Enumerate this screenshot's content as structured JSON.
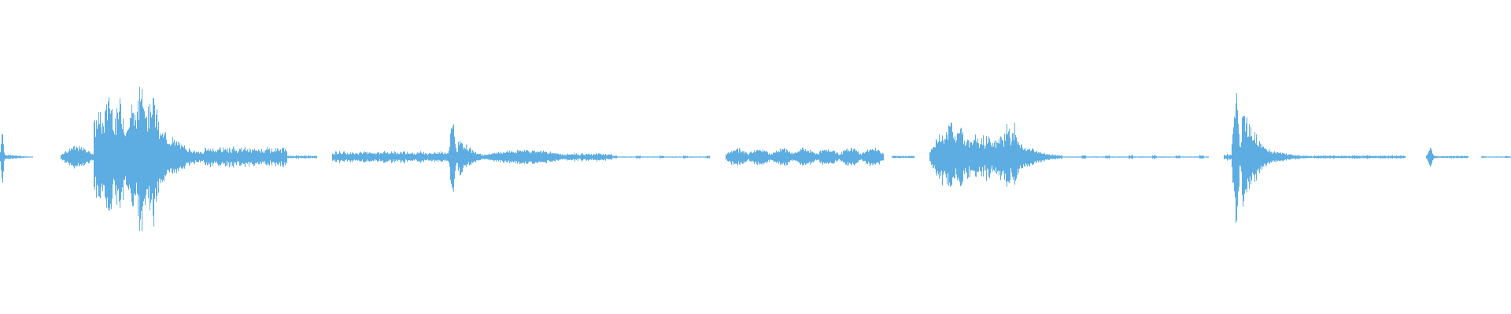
{
  "waveform": {
    "color": "#5dade2",
    "background": "#ffffff",
    "amplitude_scale_note": "",
    "events": [
      {
        "start": 0.0,
        "end": 0.003,
        "peak": 0.46,
        "shape": "spike"
      },
      {
        "start": 0.003,
        "end": 0.022,
        "peak": 0.03,
        "shape": "tail"
      },
      {
        "start": 0.04,
        "end": 0.062,
        "peak": 0.12,
        "shape": "swell"
      },
      {
        "start": 0.062,
        "end": 0.085,
        "peak": 0.8,
        "shape": "burst"
      },
      {
        "start": 0.085,
        "end": 0.105,
        "peak": 0.98,
        "shape": "burst"
      },
      {
        "start": 0.105,
        "end": 0.135,
        "peak": 0.32,
        "shape": "decay"
      },
      {
        "start": 0.135,
        "end": 0.19,
        "peak": 0.12,
        "shape": "flat"
      },
      {
        "start": 0.19,
        "end": 0.21,
        "peak": 0.02,
        "shape": "flat"
      },
      {
        "start": 0.22,
        "end": 0.297,
        "peak": 0.07,
        "shape": "flat"
      },
      {
        "start": 0.297,
        "end": 0.303,
        "peak": 0.52,
        "shape": "spike"
      },
      {
        "start": 0.303,
        "end": 0.32,
        "peak": 0.2,
        "shape": "decay"
      },
      {
        "start": 0.32,
        "end": 0.375,
        "peak": 0.08,
        "shape": "swell"
      },
      {
        "start": 0.375,
        "end": 0.405,
        "peak": 0.05,
        "shape": "flat"
      },
      {
        "start": 0.405,
        "end": 0.47,
        "peak": 0.015,
        "shape": "dashes"
      },
      {
        "start": 0.48,
        "end": 0.585,
        "peak": 0.1,
        "shape": "ripple"
      },
      {
        "start": 0.59,
        "end": 0.605,
        "peak": 0.015,
        "shape": "flat"
      },
      {
        "start": 0.615,
        "end": 0.625,
        "peak": 0.2,
        "shape": "swell"
      },
      {
        "start": 0.62,
        "end": 0.64,
        "peak": 0.45,
        "shape": "burst"
      },
      {
        "start": 0.64,
        "end": 0.66,
        "peak": 0.26,
        "shape": "flat"
      },
      {
        "start": 0.66,
        "end": 0.675,
        "peak": 0.42,
        "shape": "burst"
      },
      {
        "start": 0.675,
        "end": 0.7,
        "peak": 0.15,
        "shape": "decay"
      },
      {
        "start": 0.7,
        "end": 0.8,
        "peak": 0.02,
        "shape": "dashes"
      },
      {
        "start": 0.81,
        "end": 0.815,
        "peak": 0.04,
        "shape": "flat"
      },
      {
        "start": 0.815,
        "end": 0.822,
        "peak": 1.0,
        "shape": "spike"
      },
      {
        "start": 0.822,
        "end": 0.84,
        "peak": 0.55,
        "shape": "decay"
      },
      {
        "start": 0.84,
        "end": 0.87,
        "peak": 0.07,
        "shape": "decay"
      },
      {
        "start": 0.87,
        "end": 0.93,
        "peak": 0.02,
        "shape": "flat"
      },
      {
        "start": 0.944,
        "end": 0.95,
        "peak": 0.11,
        "shape": "spike"
      },
      {
        "start": 0.95,
        "end": 0.972,
        "peak": 0.015,
        "shape": "flat"
      },
      {
        "start": 0.98,
        "end": 1.0,
        "peak": 0.01,
        "shape": "dashes"
      }
    ]
  }
}
